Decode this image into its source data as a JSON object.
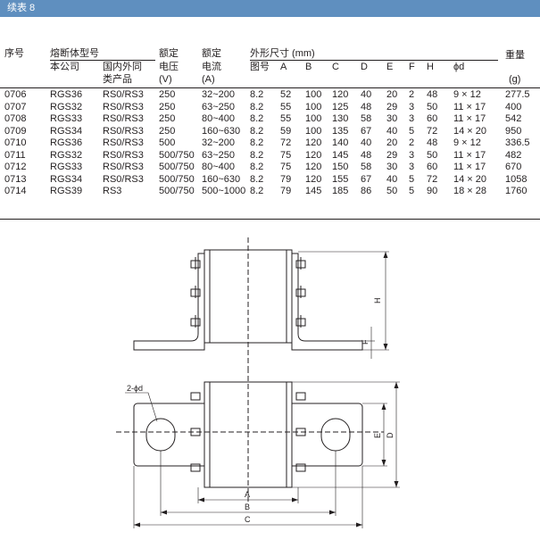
{
  "banner": {
    "title": "续表 8"
  },
  "table": {
    "headers": {
      "seq": "序号",
      "model": "熔断体型号",
      "company": "本公司",
      "domestic_line1": "国内外同",
      "domestic_line2": "类产品",
      "voltage_line1": "额定",
      "voltage_line2": "电压",
      "voltage_unit": "(V)",
      "current_line1": "额定",
      "current_line2": "电流",
      "current_unit": "(A)",
      "dims": "外形尺寸 (mm)",
      "fig": "图号",
      "A": "A",
      "B": "B",
      "C": "C",
      "D": "D",
      "E": "E",
      "F": "F",
      "H": "H",
      "phi": "ϕd",
      "weight": "重量",
      "weight_unit": "(g)"
    },
    "rows": [
      [
        "0706",
        "RGS36",
        "RS0/RS3",
        "250",
        "32~200",
        "8.2",
        "52",
        "100",
        "120",
        "40",
        "20",
        "2",
        "48",
        "9 × 12",
        "277.5"
      ],
      [
        "0707",
        "RGS32",
        "RS0/RS3",
        "250",
        "63~250",
        "8.2",
        "55",
        "100",
        "125",
        "48",
        "29",
        "3",
        "50",
        "11 × 17",
        "400"
      ],
      [
        "0708",
        "RGS33",
        "RS0/RS3",
        "250",
        "80~400",
        "8.2",
        "55",
        "100",
        "130",
        "58",
        "30",
        "3",
        "60",
        "11 × 17",
        "542"
      ],
      [
        "0709",
        "RGS34",
        "RS0/RS3",
        "250",
        "160~630",
        "8.2",
        "59",
        "100",
        "135",
        "67",
        "40",
        "5",
        "72",
        "14 × 20",
        "950"
      ],
      [
        "0710",
        "RGS36",
        "RS0/RS3",
        "500",
        "32~200",
        "8.2",
        "72",
        "120",
        "140",
        "40",
        "20",
        "2",
        "48",
        "9 × 12",
        "336.5"
      ],
      [
        "0711",
        "RGS32",
        "RS0/RS3",
        "500/750",
        "63~250",
        "8.2",
        "75",
        "120",
        "145",
        "48",
        "29",
        "3",
        "50",
        "11 × 17",
        "482"
      ],
      [
        "0712",
        "RGS33",
        "RS0/RS3",
        "500/750",
        "80~400",
        "8.2",
        "75",
        "120",
        "150",
        "58",
        "30",
        "3",
        "60",
        "11 × 17",
        "670"
      ],
      [
        "0713",
        "RGS34",
        "RS0/RS3",
        "500/750",
        "160~630",
        "8.2",
        "79",
        "120",
        "155",
        "67",
        "40",
        "5",
        "72",
        "14 × 20",
        "1058"
      ],
      [
        "0714",
        "RGS39",
        "RS3",
        "500/750",
        "500~1000",
        "8.2",
        "79",
        "145",
        "185",
        "86",
        "50",
        "5",
        "90",
        "18 × 28",
        "1760"
      ]
    ]
  },
  "drawing": {
    "labels": {
      "H": "H",
      "F": "F",
      "D": "D",
      "E": "E",
      "A": "A",
      "B": "B",
      "C": "C",
      "holes": "2-ϕd"
    }
  }
}
